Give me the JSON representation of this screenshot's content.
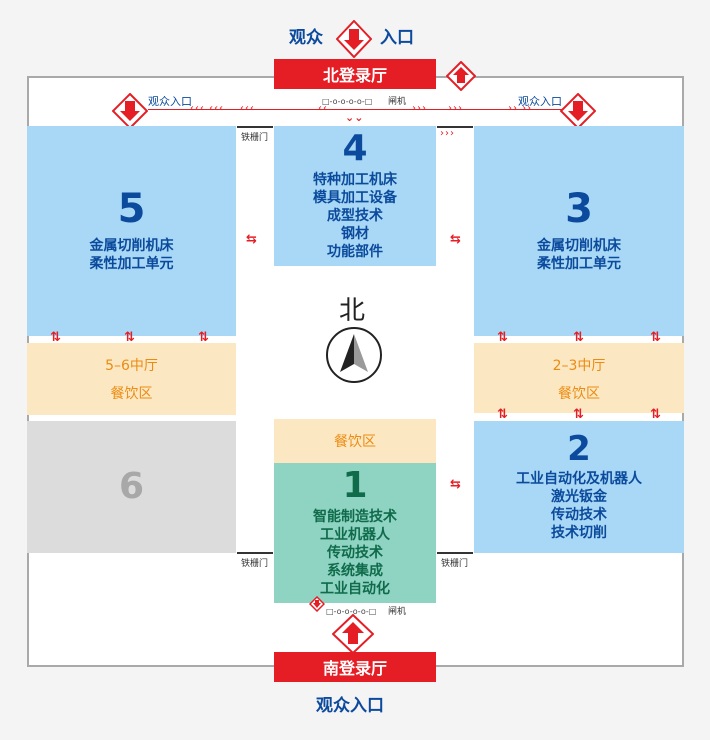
{
  "north_entrance": {
    "left_text": "观众",
    "right_text": "入口"
  },
  "north_lobby": "北登录厅",
  "south_lobby": "南登录厅",
  "south_entrance": "观众入口",
  "side_entrance_left": "观众入口",
  "side_entrance_right": "观众入口",
  "gate_label": "闸机",
  "iron_gate_label": "铁栅门",
  "north_label": "北",
  "halls": [
    {
      "number": "5",
      "lines": [
        "金属切削机床",
        "柔性加工单元"
      ]
    },
    {
      "number": "4",
      "lines": [
        "特种加工机床",
        "模具加工设备",
        "成型技术",
        "钢材",
        "功能部件"
      ]
    },
    {
      "number": "3",
      "lines": [
        "金属切削机床",
        "柔性加工单元"
      ]
    },
    {
      "number": "2",
      "lines": [
        "工业自动化及机器人",
        "激光钣金",
        "传动技术",
        "技术切削"
      ]
    },
    {
      "number": "1",
      "lines": [
        "智能制造技术",
        "工业机器人",
        "传动技术",
        "系统集成",
        "工业自动化"
      ]
    },
    {
      "number": "6",
      "lines": []
    }
  ],
  "lounges": {
    "left": {
      "title": "5–6中厅",
      "sub": "餐饮区"
    },
    "right": {
      "title": "2–3中厅",
      "sub": "餐饮区"
    },
    "center": {
      "sub": "餐饮区"
    }
  },
  "colors": {
    "hall_blue": "#a8d8f6",
    "hall_green": "#8fd3c2",
    "hall_grey": "#dcdcdc",
    "lounge": "#fbe8c3",
    "accent_red": "#e51e25",
    "text_blue": "#0b4a9c",
    "text_green": "#0f6b4a",
    "text_orange": "#ec8b12"
  }
}
